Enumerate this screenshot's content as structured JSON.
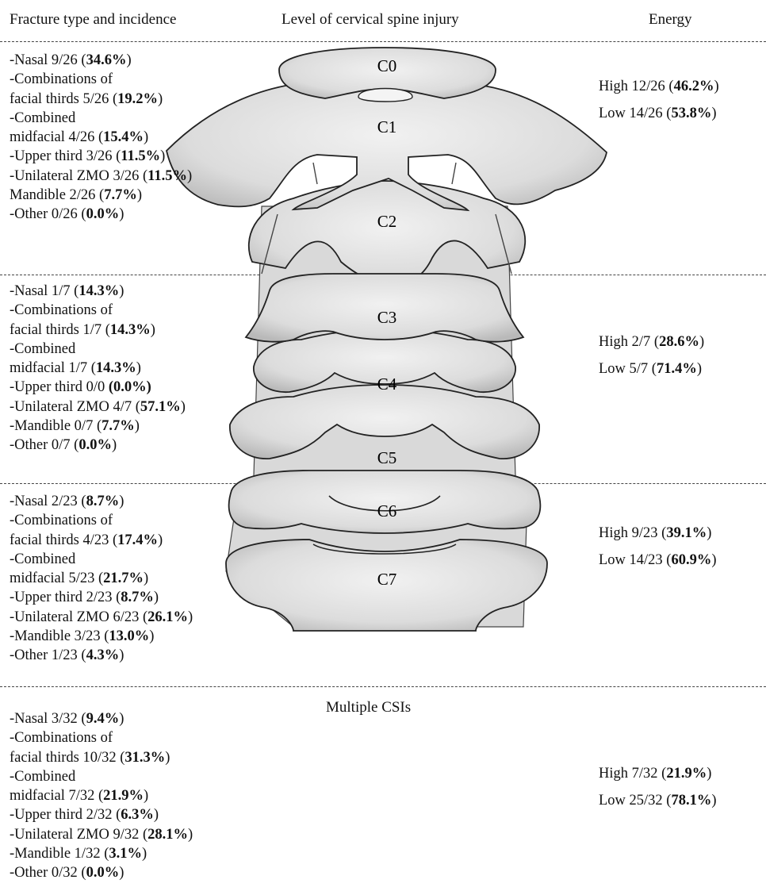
{
  "headers": {
    "fracture": "Fracture type and incidence",
    "level": "Level of cervical spine injury",
    "energy": "Energy"
  },
  "vertebrae": [
    "C0",
    "C1",
    "C2",
    "C3",
    "C4",
    "C5",
    "C6",
    "C7"
  ],
  "groups": [
    {
      "items": [
        {
          "pre": "-Nasal 9/26 (",
          "bold": "34.6%",
          "post": ")"
        },
        {
          "pre": "-Combinations of",
          "bold": "",
          "post": ""
        },
        {
          "pre": "facial thirds 5/26 (",
          "bold": "19.2%",
          "post": ")"
        },
        {
          "pre": "-Combined",
          "bold": "",
          "post": ""
        },
        {
          "pre": "midfacial 4/26 (",
          "bold": "15.4%",
          "post": ")"
        },
        {
          "pre": "-Upper third 3/26 (",
          "bold": "11.5%",
          "post": ")"
        },
        {
          "pre": "-Unilateral ZMO 3/26 (",
          "bold": "11.5%",
          "post": ")"
        },
        {
          "pre": "Mandible 2/26 (",
          "bold": "7.7%",
          "post": ")"
        },
        {
          "pre": "-Other 0/26 (",
          "bold": "0.0%",
          "post": ")"
        }
      ],
      "energy": [
        {
          "pre": "High 12/26 (",
          "bold": "46.2%",
          "post": ")"
        },
        {
          "pre": "Low 14/26 (",
          "bold": "53.8%",
          "post": ")"
        }
      ]
    },
    {
      "items": [
        {
          "pre": "-Nasal 1/7 (",
          "bold": "14.3%",
          "post": ")"
        },
        {
          "pre": "-Combinations of",
          "bold": "",
          "post": ""
        },
        {
          "pre": "facial thirds 1/7 (",
          "bold": "14.3%",
          "post": ")"
        },
        {
          "pre": "-Combined",
          "bold": "",
          "post": ""
        },
        {
          "pre": "midfacial 1/7 (",
          "bold": "14.3%",
          "post": ")"
        },
        {
          "pre": "-Upper third 0/0 ",
          "bold": "(0.0%)",
          "post": ""
        },
        {
          "pre": "-Unilateral ZMO 4/7 (",
          "bold": "57.1%",
          "post": ")"
        },
        {
          "pre": "-Mandible 0/7 (",
          "bold": "7.7%",
          "post": ")"
        },
        {
          "pre": "-Other 0/7 (",
          "bold": "0.0%",
          "post": ")"
        }
      ],
      "energy": [
        {
          "pre": "High 2/7 (",
          "bold": "28.6%",
          "post": ")"
        },
        {
          "pre": "Low 5/7 (",
          "bold": "71.4%",
          "post": ")"
        }
      ]
    },
    {
      "items": [
        {
          "pre": "-Nasal 2/23 (",
          "bold": "8.7%",
          "post": ")"
        },
        {
          "pre": "-Combinations of",
          "bold": "",
          "post": ""
        },
        {
          "pre": "facial thirds 4/23 (",
          "bold": "17.4%",
          "post": ")"
        },
        {
          "pre": "-Combined",
          "bold": "",
          "post": ""
        },
        {
          "pre": "midfacial 5/23 (",
          "bold": "21.7%",
          "post": ")"
        },
        {
          "pre": "-Upper third  2/23 (",
          "bold": "8.7%",
          "post": ")"
        },
        {
          "pre": "-Unilateral ZMO 6/23 (",
          "bold": "26.1%",
          "post": ")"
        },
        {
          "pre": "-Mandible 3/23 (",
          "bold": "13.0%",
          "post": ")"
        },
        {
          "pre": "-Other 1/23 (",
          "bold": "4.3%",
          "post": ")"
        }
      ],
      "energy": [
        {
          "pre": "High 9/23 (",
          "bold": "39.1%",
          "post": ")"
        },
        {
          "pre": "Low 14/23 (",
          "bold": "60.9%",
          "post": ")"
        }
      ]
    },
    {
      "items": [
        {
          "pre": "-Nasal 3/32  (",
          "bold": "9.4%",
          "post": ")"
        },
        {
          "pre": "-Combinations of",
          "bold": "",
          "post": ""
        },
        {
          "pre": "facial thirds 10/32 (",
          "bold": "31.3%",
          "post": ")"
        },
        {
          "pre": "-Combined",
          "bold": "",
          "post": ""
        },
        {
          "pre": "midfacial 7/32 (",
          "bold": "21.9%",
          "post": ")"
        },
        {
          "pre": "-Upper third 2/32 (",
          "bold": "6.3%",
          "post": ")"
        },
        {
          "pre": "-Unilateral ZMO 9/32 (",
          "bold": "28.1%",
          "post": ")"
        },
        {
          "pre": "-Mandible 1/32 (",
          "bold": "3.1%",
          "post": ")"
        },
        {
          "pre": "-Other 0/32 (",
          "bold": "0.0%",
          "post": ")"
        }
      ],
      "energy": [
        {
          "pre": "High 7/32 (",
          "bold": "21.9%",
          "post": ")"
        },
        {
          "pre": "Low 25/32 (",
          "bold": "78.1%",
          "post": ")"
        }
      ]
    }
  ],
  "multiple_label": "Multiple CSIs"
}
